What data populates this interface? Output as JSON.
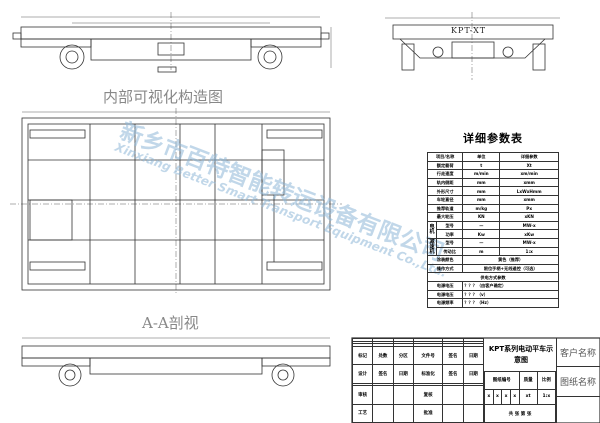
{
  "labels": {
    "internal_view": "内部可视化构造图",
    "section": "A-A剖视",
    "side_model": "KPT-XT"
  },
  "params": {
    "title": "详细参数表",
    "header": [
      "项目/名称",
      "单位",
      "详细参数"
    ],
    "rows": [
      [
        "额定载荷",
        "t",
        "Xt"
      ],
      [
        "行走速度",
        "m/min",
        "xm/min"
      ],
      [
        "轨内侧距",
        "mm",
        "xmm"
      ],
      [
        "外形尺寸",
        "mm",
        "LxWxHmm"
      ],
      [
        "车轮直径",
        "mm",
        "xmm"
      ],
      [
        "推荐轨道",
        "m/kg",
        "Px"
      ],
      [
        "最大轮压",
        "KN",
        "xKN"
      ]
    ],
    "motor": {
      "group": "电机",
      "rows": [
        [
          "型号",
          "—",
          "MW-x"
        ],
        [
          "功率",
          "Kw",
          "xKw"
        ]
      ]
    },
    "reducer": {
      "group": "减速机",
      "rows": [
        [
          "型号",
          "—",
          "MW-x"
        ],
        [
          "传动比",
          "m",
          "1:x"
        ]
      ]
    },
    "color": [
      "涂装颜色",
      "黄色（推荐）"
    ],
    "operation": [
      "操作方式",
      "限位手柄+无线遥控（可选）"
    ],
    "power_header": "供电方式参数",
    "power_rows": [
      [
        "电源电压",
        "？？？（由客户确定）"
      ],
      [
        "电源电压",
        "？？？（v）"
      ],
      [
        "电源频率",
        "？？？（Hz）"
      ]
    ]
  },
  "title_block": {
    "drawing_title": "KPT系列电动平车示意图",
    "customer": "客户名称",
    "drawing_name": "图纸名称",
    "row1": [
      "标记",
      "处数",
      "分区",
      "文件号",
      "签名",
      "日期"
    ],
    "row2": [
      "设计",
      "签名",
      "日期",
      "标准化",
      "签名",
      "日期"
    ],
    "review": "审核",
    "craft": "工艺",
    "recheck": "复核",
    "approve": "批准",
    "col_heads": [
      "图纸编号",
      "质量",
      "比例"
    ],
    "marks": [
      "x",
      "x",
      "x",
      "x"
    ],
    "weight": "xt",
    "scale": "1:x",
    "sheets": "共 张 第 张"
  },
  "watermark": {
    "cn": "新乡市百特智能转运设备有限公司",
    "en": "Xinxiang Better Smart Transport Equipment Co.,Ltd."
  }
}
